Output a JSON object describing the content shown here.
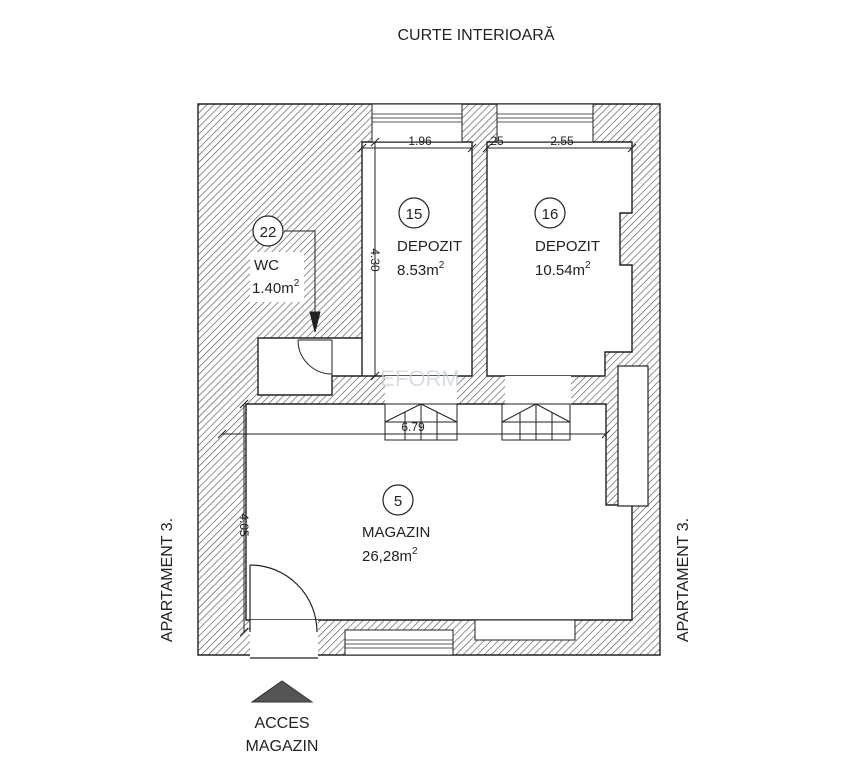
{
  "labels": {
    "courtyard": "CURTE INTERIOARĂ",
    "apartment_left": "APARTAMENT 3.",
    "apartment_right": "APARTAMENT 3.",
    "access_line1": "ACCES",
    "access_line2": "MAGAZIN",
    "watermark": "EFORM"
  },
  "rooms": [
    {
      "number": "22",
      "name": "WC",
      "area": "1.40m",
      "area_sup": "2"
    },
    {
      "number": "15",
      "name": "DEPOZIT",
      "area": "8.53m",
      "area_sup": "2"
    },
    {
      "number": "16",
      "name": "DEPOZIT",
      "area": "10.54m",
      "area_sup": "2"
    },
    {
      "number": "5",
      "name": "MAGAZIN",
      "area": "26,28m",
      "area_sup": "2"
    }
  ],
  "dimensions": {
    "depozit15_width": "1.96",
    "wall_between": "25",
    "depozit16_width": "2.55",
    "depozit_height": "4.30",
    "magazin_width": "6.79",
    "magazin_height": "4.05"
  },
  "colors": {
    "line": "#222222",
    "hatch": "#555555"
  }
}
